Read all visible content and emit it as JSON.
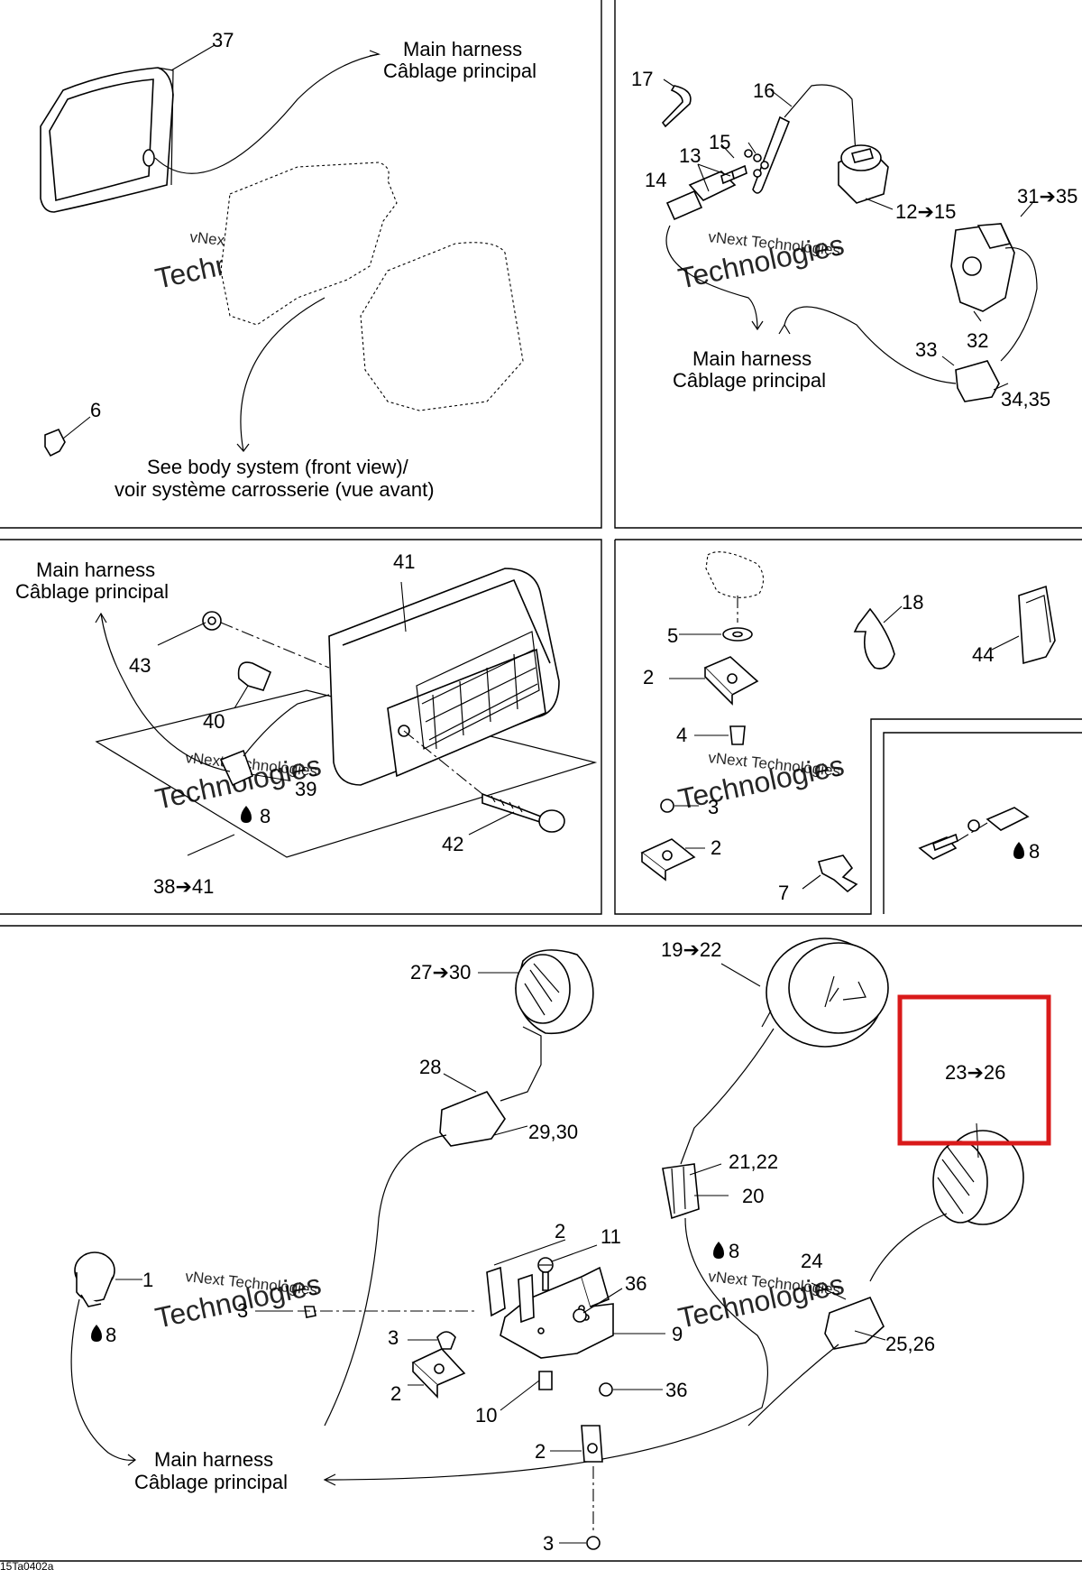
{
  "drawing_code": "15Ta0402a",
  "watermark": {
    "line1": "vNext Technologies",
    "line2": "Technologies"
  },
  "captions": {
    "main_harness_en": "Main harness",
    "main_harness_fr": "Câblage principal",
    "see_body_en": "See body system (front view)/",
    "see_body_fr": "voir système carrosserie (vue avant)"
  },
  "highlight": {
    "label": "23➔26",
    "color": "#d91a1a"
  },
  "panels": {
    "headlight": {
      "callouts": [
        "37",
        "6"
      ]
    },
    "switch": {
      "callouts": [
        "17",
        "16",
        "15",
        "13",
        "14",
        "12➔15",
        "31➔35",
        "32",
        "33",
        "34,35"
      ]
    },
    "taillight": {
      "callouts": [
        "41",
        "43",
        "40",
        "39",
        "8",
        "42",
        "38➔41"
      ]
    },
    "hardware": {
      "callouts": [
        "5",
        "18",
        "44",
        "2",
        "4",
        "3",
        "2",
        "7",
        "8"
      ]
    },
    "gauges": {
      "callouts": [
        "27➔30",
        "19➔22",
        "28",
        "29,30",
        "21,22",
        "20",
        "8",
        "24",
        "25,26",
        "1",
        "8",
        "2",
        "11",
        "36",
        "3",
        "9",
        "3",
        "2",
        "10",
        "36",
        "2",
        "3"
      ]
    }
  }
}
